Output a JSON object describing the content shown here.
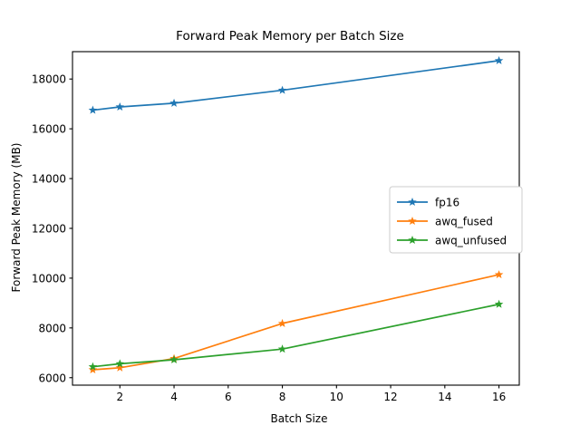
{
  "chart_data": {
    "type": "line",
    "title": "Forward Peak Memory per Batch Size",
    "xlabel": "Batch Size",
    "ylabel": "Forward Peak Memory (MB)",
    "x": [
      1,
      2,
      4,
      8,
      16
    ],
    "xlim": [
      0.25,
      16.75
    ],
    "ylim": [
      5700,
      19100
    ],
    "xticks": [
      2,
      4,
      6,
      8,
      10,
      12,
      14,
      16
    ],
    "xticklabels": [
      "2",
      "4",
      "6",
      "8",
      "10",
      "12",
      "14",
      "16"
    ],
    "yticks": [
      6000,
      8000,
      10000,
      12000,
      14000,
      16000,
      18000
    ],
    "yticklabels": [
      "6000",
      "8000",
      "10000",
      "12000",
      "14000",
      "16000",
      "18000"
    ],
    "grid": false,
    "marker": "star",
    "legend_position": "center-right",
    "series": [
      {
        "name": "fp16",
        "color": "#1f77b4",
        "values": [
          16750,
          16880,
          17030,
          17550,
          18740
        ]
      },
      {
        "name": "awq_fused",
        "color": "#ff7f0e",
        "values": [
          6320,
          6400,
          6770,
          8180,
          10140
        ]
      },
      {
        "name": "awq_unfused",
        "color": "#2ca02c",
        "values": [
          6440,
          6560,
          6720,
          7150,
          8950
        ]
      }
    ]
  },
  "legend": {
    "entries": [
      "fp16",
      "awq_fused",
      "awq_unfused"
    ]
  },
  "figure": {
    "background": "#ffffff",
    "axes_color": "#000000"
  }
}
